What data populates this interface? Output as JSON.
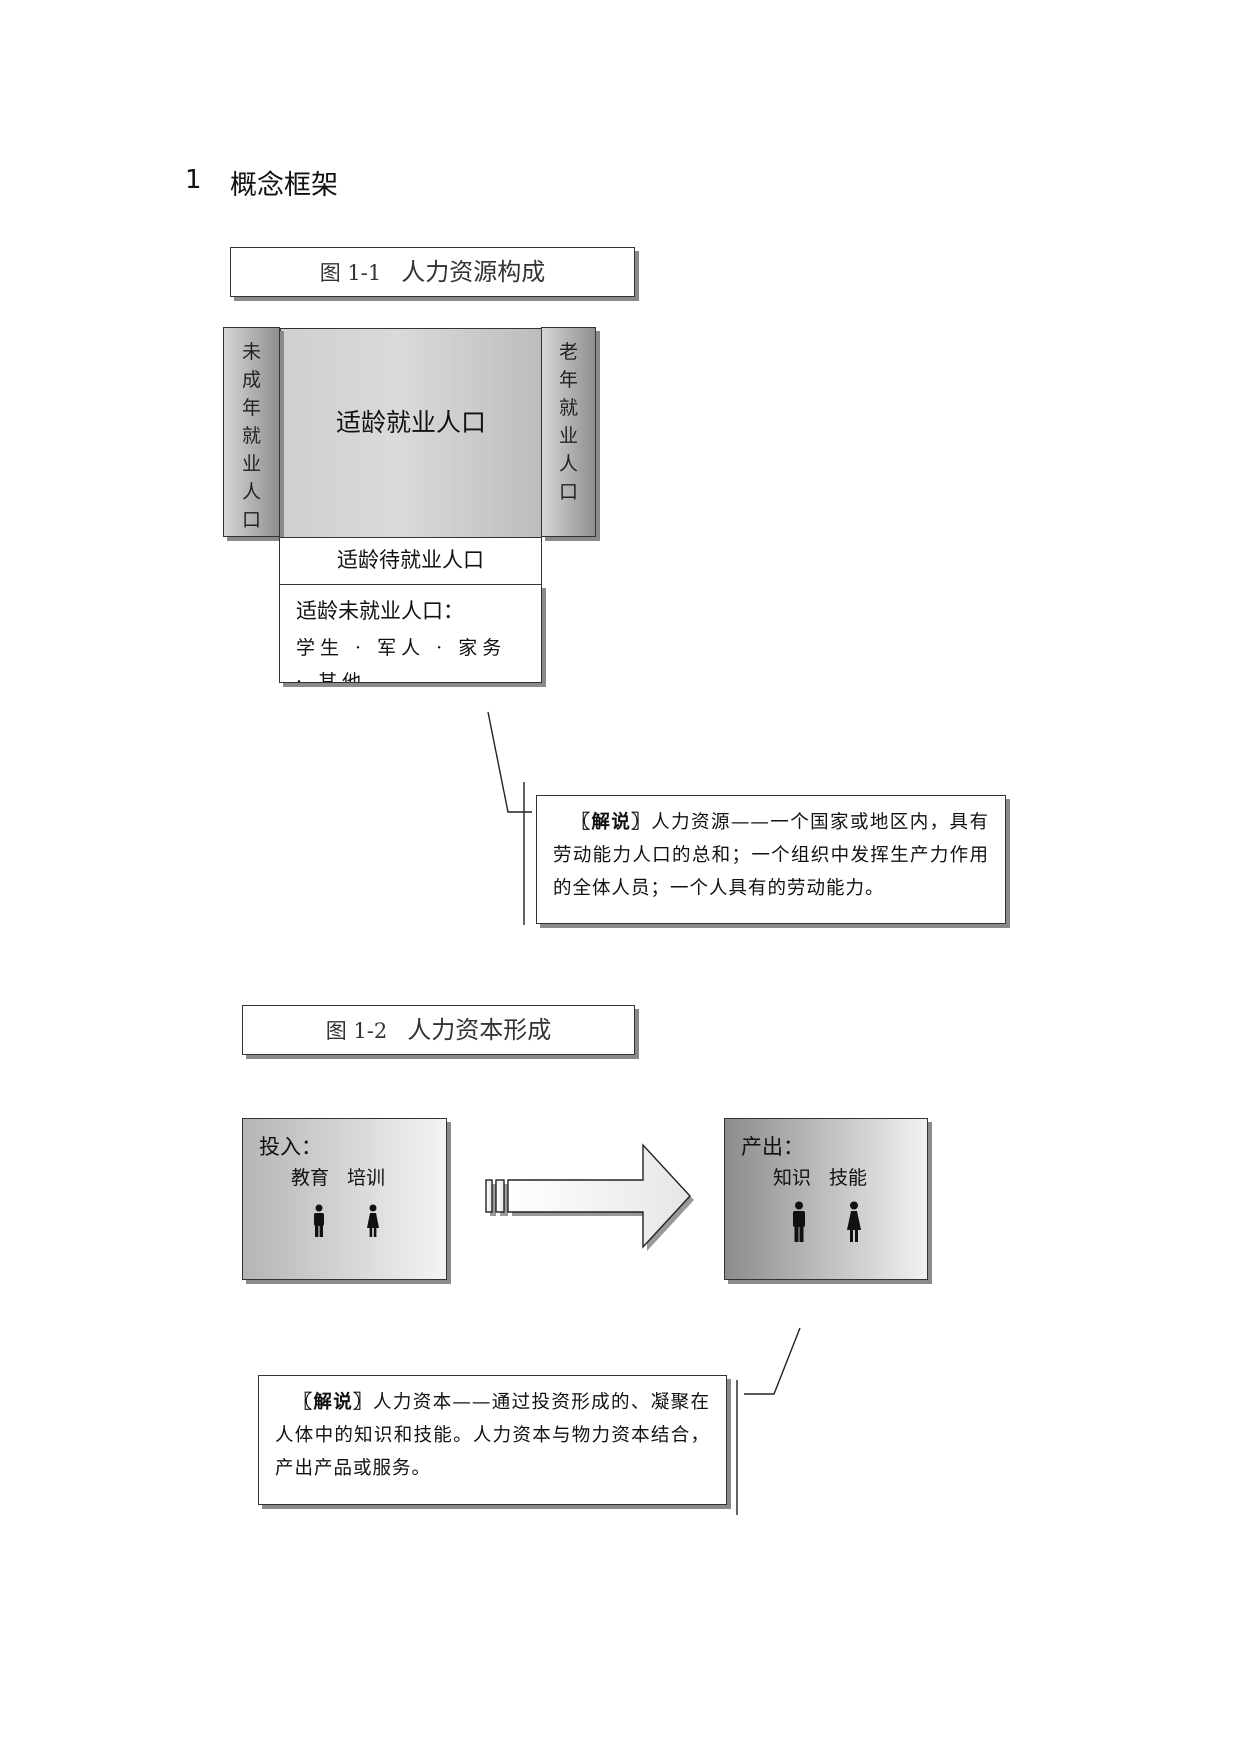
{
  "section": {
    "number": "1",
    "title": "概念框架"
  },
  "figure1": {
    "number": "图 1-1",
    "title": "人力资源构成",
    "left_column": [
      "未",
      "成",
      "年",
      "就",
      "业",
      "人",
      "口"
    ],
    "right_column": [
      "老",
      "年",
      "就",
      "业",
      "人",
      "口"
    ],
    "main_label": "适龄就业人口",
    "waiting_label": "适龄待就业人口",
    "unemployed_label": "适龄未就业人口：",
    "unemployed_items": "学生 · 军人 · 家务 · 其他",
    "note_tag": "〖解说〗",
    "note_text": "人力资源——一个国家或地区内，具有劳动能力人口的总和；一个组织中发挥生产力作用的全体人员；一个人具有的劳动能力。"
  },
  "figure2": {
    "number": "图 1-2",
    "title": "人力资本形成",
    "input_label": "投入：",
    "input_items": [
      "教育",
      "培训"
    ],
    "output_label": "产出：",
    "output_items": [
      "知识",
      "技能"
    ],
    "note_tag": "〖解说〗",
    "note_text": "人力资本——通过投资形成的、凝聚在人体中的知识和技能。人力资本与物力资本结合，产出产品或服务。"
  }
}
